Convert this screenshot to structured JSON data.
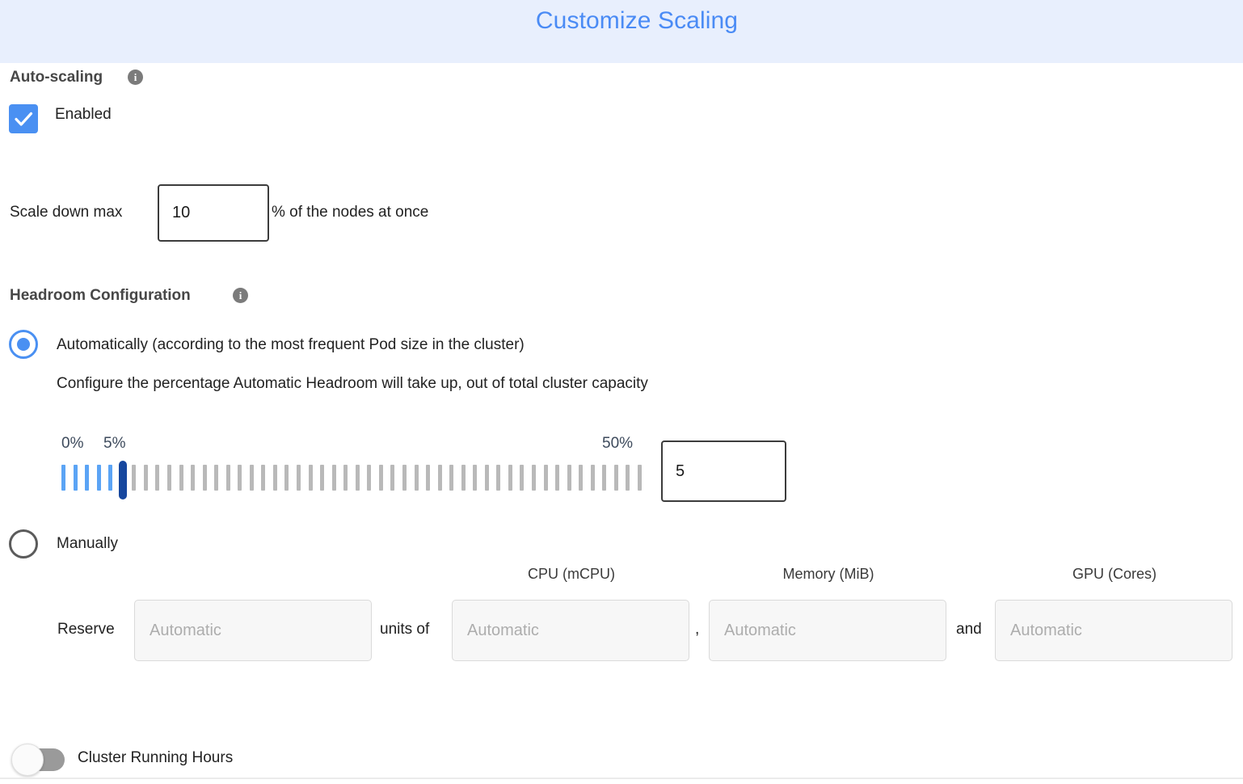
{
  "header": {
    "title": "Customize Scaling",
    "bg_color": "#e8efFd",
    "title_color": "#4a8bf5"
  },
  "autoscaling": {
    "section_label": "Auto-scaling",
    "info_icon": "info-icon",
    "info_glyph": "i",
    "checkbox_label": "Enabled",
    "checkbox_checked": true,
    "accent_color": "#4a90f2"
  },
  "scale_down": {
    "prefix_label": "Scale down max",
    "value": "10",
    "suffix_label": "% of the nodes at once"
  },
  "headroom": {
    "section_label": "Headroom Configuration",
    "info_glyph": "i",
    "option_auto": {
      "label": "Automatically (according to the most frequent Pod size in the cluster)",
      "selected": true,
      "description": "Configure the percentage Automatic Headroom will take up, out of total cluster capacity"
    },
    "slider": {
      "min_label": "0%",
      "value_label": "5%",
      "max_label": "50%",
      "min": 0,
      "max": 50,
      "value": 5,
      "tick_count": 50,
      "filled_color": "#5ba4f5",
      "empty_color": "#b9b9b9",
      "thumb_color": "#17479e",
      "input_value": "5"
    },
    "option_manual": {
      "label": "Manually",
      "selected": false
    },
    "manual_fields": {
      "reserve_label": "Reserve",
      "units_label": "units of",
      "comma_label": ",",
      "and_label": "and",
      "units_placeholder": "Automatic",
      "cpu_header": "CPU (mCPU)",
      "cpu_placeholder": "Automatic",
      "memory_header": "Memory (MiB)",
      "memory_placeholder": "Automatic",
      "gpu_header": "GPU (Cores)",
      "gpu_placeholder": "Automatic"
    }
  },
  "cluster_running_hours": {
    "label": "Cluster Running Hours",
    "enabled": false
  }
}
